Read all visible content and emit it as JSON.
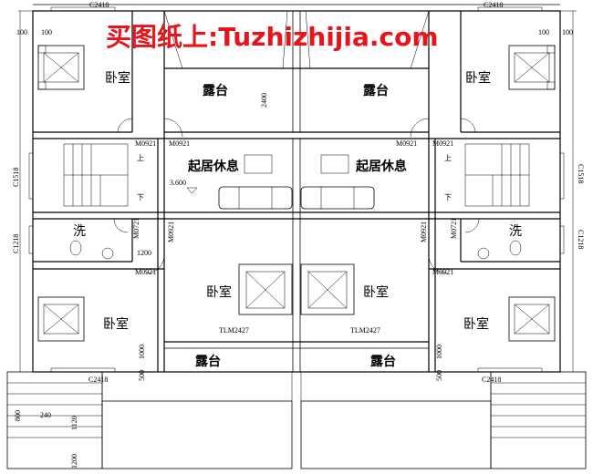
{
  "watermark": "买图纸上:Tuzhizhijia.com",
  "rooms": {
    "bedroom": "卧室",
    "terrace": "露台",
    "living": "起居休息",
    "wash": "洗"
  },
  "stairs": {
    "up": "上",
    "down": "下"
  },
  "level": "3.600",
  "codes": {
    "window_c2418": "C2418",
    "window_c1518": "C1518",
    "window_c1218": "C1218",
    "door_m0921": "M0921",
    "door_m0721": "M0721",
    "door_tlm2427": "TLM2427"
  },
  "dimensions": {
    "d100": "100",
    "d2400": "2400",
    "d1200": "1200",
    "d1000": "1000",
    "d500": "500",
    "d800": "800",
    "d240": "240",
    "d1120": "1120",
    "d1200b": "1200"
  },
  "colors": {
    "watermark": "#e8141b",
    "lines": "#000000"
  }
}
